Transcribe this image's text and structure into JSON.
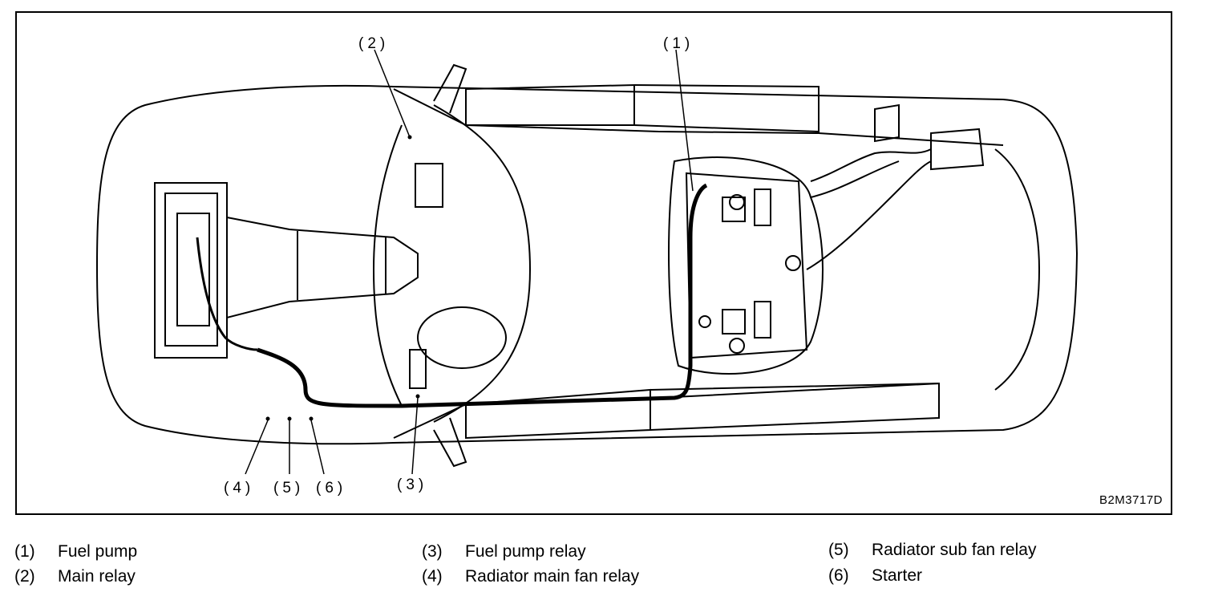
{
  "diagram": {
    "figure_code": "B2M3717D",
    "callouts": [
      {
        "id": "1",
        "label": "(1)"
      },
      {
        "id": "2",
        "label": "(2)"
      },
      {
        "id": "3",
        "label": "(3)"
      },
      {
        "id": "4",
        "label": "(4)"
      },
      {
        "id": "5",
        "label": "(5)"
      },
      {
        "id": "6",
        "label": "(6)"
      }
    ]
  },
  "legend": [
    {
      "num": "(1)",
      "text": "Fuel pump"
    },
    {
      "num": "(2)",
      "text": "Main relay"
    },
    {
      "num": "(3)",
      "text": "Fuel pump relay"
    },
    {
      "num": "(4)",
      "text": "Radiator main fan relay"
    },
    {
      "num": "(5)",
      "text": "Radiator sub fan relay"
    },
    {
      "num": "(6)",
      "text": "Starter"
    }
  ]
}
